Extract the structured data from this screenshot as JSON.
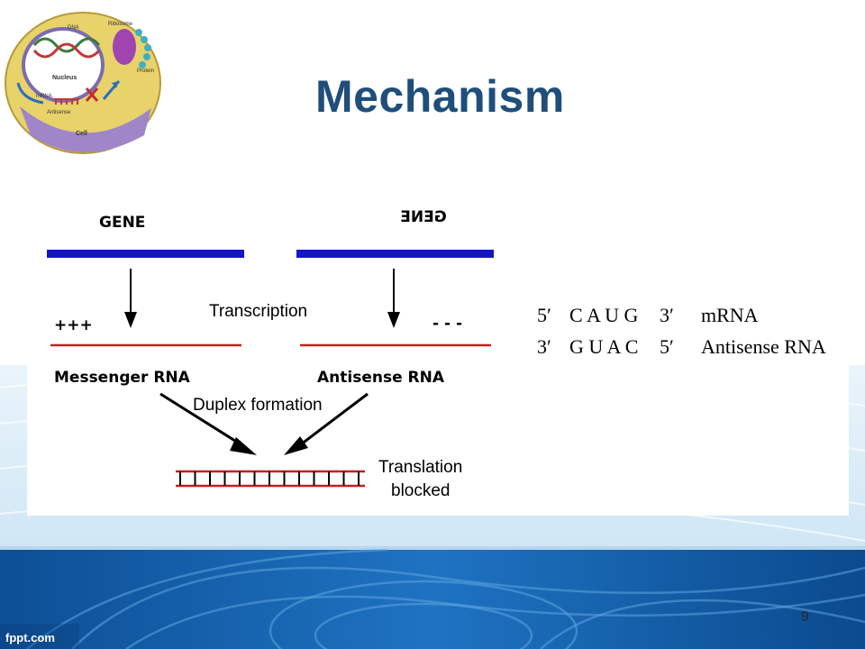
{
  "slide": {
    "title": "Mechanism",
    "page_number": "9",
    "brand": "fppt.com"
  },
  "logo": {
    "labels": {
      "dna": "DNA",
      "ribosome": "Ribosome",
      "protein": "Protein",
      "nucleus": "Nucleus",
      "mrna": "mRNA",
      "antisense": "Antisense",
      "cell": "Cell"
    }
  },
  "diagram": {
    "gene_left": "GENE",
    "gene_right": "GENE",
    "transcription": "Transcription",
    "charge_left": "+++",
    "charge_right": "- - -",
    "messenger_rna": "Messenger RNA",
    "antisense_rna": "Antisense RNA",
    "duplex_formation": "Duplex formation",
    "translation_line1": "Translation",
    "translation_line2": "blocked"
  },
  "sequences": [
    {
      "five": "5′",
      "bases": "C A U G",
      "three": "3′",
      "label": "mRNA"
    },
    {
      "five": "3′",
      "bases": "G U A C",
      "three": "5′",
      "label": "Antisense RNA"
    }
  ],
  "colors": {
    "title": "#1f4e7a",
    "gene_bar": "#1414c8",
    "rna_line": "#c81e1e",
    "footer_blue": "#1565b0"
  }
}
